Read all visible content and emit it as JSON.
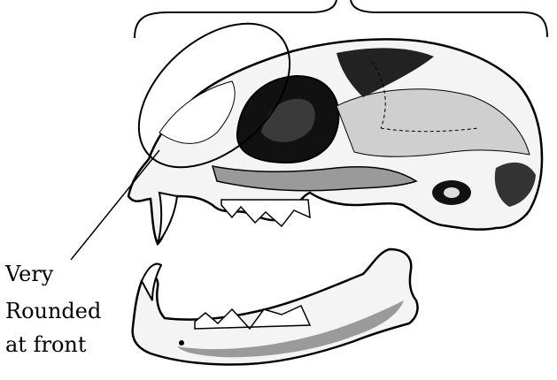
{
  "annotation": {
    "lines": [
      "Very",
      "Rounded",
      "at  front"
    ]
  },
  "colors": {
    "ink": "#000000",
    "bone_light": "#f4f4f4",
    "bone_shade": "#9a9a9a"
  },
  "icons": [
    "cat-skull-cranium-icon",
    "cat-mandible-icon"
  ]
}
